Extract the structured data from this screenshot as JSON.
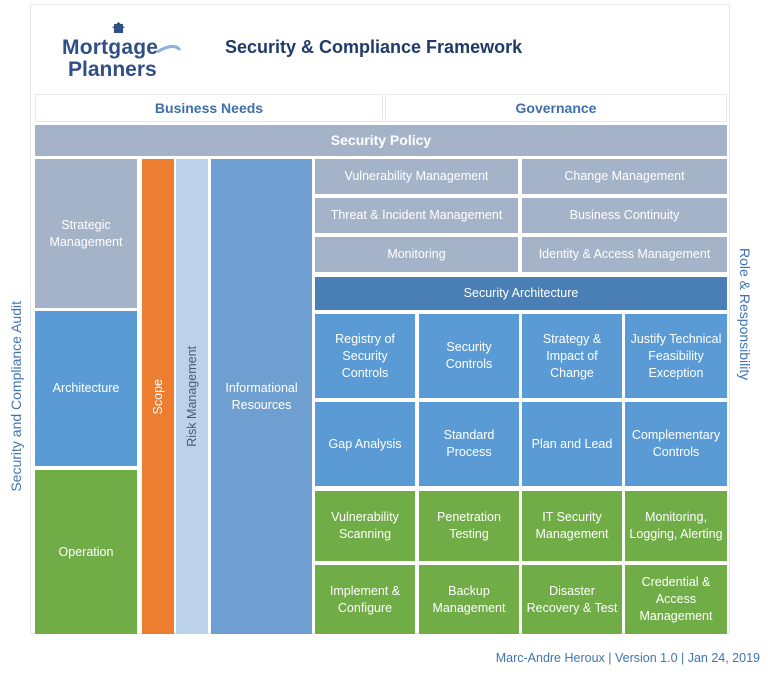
{
  "logo": {
    "line1": "Mortgage",
    "line2": "Planners"
  },
  "title": "Security & Compliance Framework",
  "header": {
    "business_needs": "Business Needs",
    "governance": "Governance"
  },
  "policy": "Security Policy",
  "left_column": {
    "strategic": "Strategic Management",
    "architecture": "Architecture",
    "operation": "Operation"
  },
  "scope": "Scope",
  "risk": "Risk Management",
  "informational": "Informational Resources",
  "management": {
    "vuln_mgmt": "Vulnerability Management",
    "change_mgmt": "Change Management",
    "threat_mgmt": "Threat & Incident Management",
    "business_cont": "Business Continuity",
    "monitoring": "Monitoring",
    "identity": "Identity & Access Management"
  },
  "sec_arch": "Security Architecture",
  "arch_row1": [
    "Registry of Security Controls",
    "Security Controls",
    "Strategy & Impact of Change",
    "Justify Technical Feasibility Exception"
  ],
  "arch_row2": [
    "Gap Analysis",
    "Standard Process",
    "Plan and Lead",
    "Complementary Controls"
  ],
  "ops_row1": [
    "Vulnerability Scanning",
    "Penetration Testing",
    "IT Security Management",
    "Monitoring, Logging, Alerting"
  ],
  "ops_row2": [
    "Implement & Configure",
    "Backup Management",
    "Disaster Recovery & Test",
    "Credential & Access Management"
  ],
  "side_left": "Security and Compliance Audit",
  "side_right": "Role & Responsibility",
  "footer": "Marc-Andre Heroux | Version 1.0 | Jan 24, 2019",
  "colors": {
    "gray": "#a5b3c9",
    "blue": "#5b9bd5",
    "dark_blue": "#4a7fb5",
    "green": "#70ad47",
    "orange": "#ed7d31",
    "light_blue": "#bcd1ea"
  }
}
